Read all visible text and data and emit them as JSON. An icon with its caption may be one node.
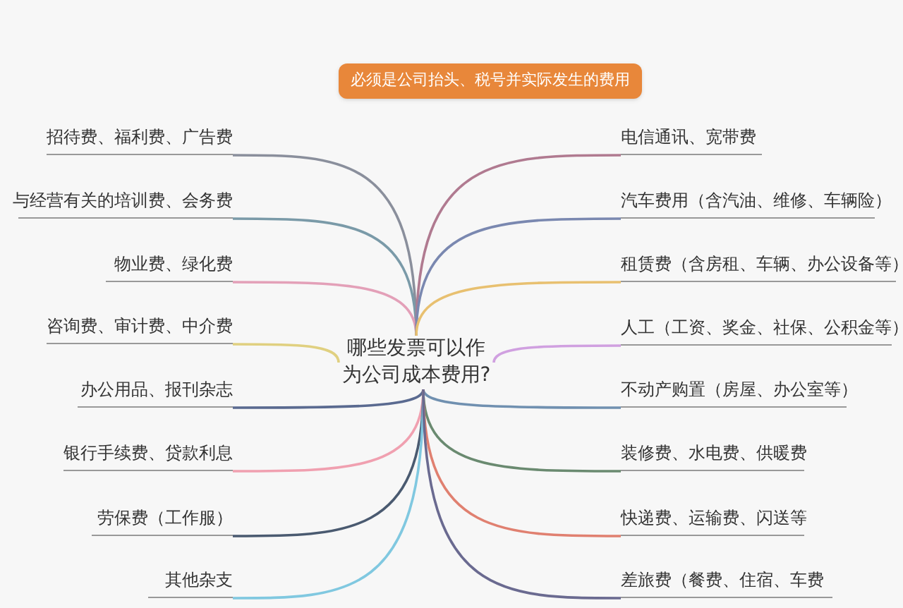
{
  "diagram": {
    "nodes": [
      {
        "text": [
          "必须是公司抬头、税号并实际发生的费用"
        ]
      },
      {
        "text": [
          "哪些发票可以作为公司成本费用?"
        ]
      },
      {
        "text": [
          "招待费、福利费、广告费"
        ]
      },
      {
        "text": [
          "与经营有关的培训费、会务费"
        ]
      },
      {
        "text": [
          "物业费、绿化费"
        ]
      },
      {
        "text": [
          "咨询费、审计费、中介费"
        ]
      },
      {
        "text": [
          "办公用品、报刊杂志"
        ]
      },
      {
        "text": [
          "银行手续费、贷款利息"
        ]
      },
      {
        "text": [
          "劳保费（工作服）"
        ]
      },
      {
        "text": [
          "其他杂支"
        ]
      },
      {
        "text": [
          "电信通讯、宽带费"
        ]
      },
      {
        "text": [
          "汽车费用（含汽油、维修、车辆险）"
        ]
      },
      {
        "text": [
          "租赁费（含房租、车辆、办公设备等）"
        ]
      },
      {
        "text": [
          "人工（工资、奖金、社保、公积金等）"
        ]
      },
      {
        "text": [
          "不动产购置（房屋、办公室等）"
        ]
      },
      {
        "text": [
          "装修费、水电费、供暖费"
        ]
      },
      {
        "text": [
          "快递费、运输费、闪送等"
        ]
      },
      {
        "text": [
          "差旅费（餐费、住宿、车费"
        ]
      }
    ],
    "edges": [
      {
        "from": 1,
        "to": 2,
        "arrow": "none",
        "color": "#8a8f9c"
      },
      {
        "from": 1,
        "to": 3,
        "arrow": "none",
        "color": "#7a9aa8"
      },
      {
        "from": 1,
        "to": 4,
        "arrow": "none",
        "color": "#e3a0b8"
      },
      {
        "from": 1,
        "to": 5,
        "arrow": "none",
        "color": "#e0d080"
      },
      {
        "from": 1,
        "to": 6,
        "arrow": "none",
        "color": "#5a6a90"
      },
      {
        "from": 1,
        "to": 7,
        "arrow": "none",
        "color": "#f0a0b0"
      },
      {
        "from": 1,
        "to": 8,
        "arrow": "none",
        "color": "#4a5a70"
      },
      {
        "from": 1,
        "to": 9,
        "arrow": "none",
        "color": "#80c8e0"
      },
      {
        "from": 1,
        "to": 10,
        "arrow": "none",
        "color": "#b07a90"
      },
      {
        "from": 1,
        "to": 11,
        "arrow": "none",
        "color": "#7a88b0"
      },
      {
        "from": 1,
        "to": 12,
        "arrow": "none",
        "color": "#e8c070"
      },
      {
        "from": 1,
        "to": 13,
        "arrow": "none",
        "color": "#d0a0e0"
      },
      {
        "from": 1,
        "to": 14,
        "arrow": "none",
        "color": "#7090b0"
      },
      {
        "from": 1,
        "to": 15,
        "arrow": "none",
        "color": "#6a8a70"
      },
      {
        "from": 1,
        "to": 16,
        "arrow": "none",
        "color": "#e08070"
      },
      {
        "from": 1,
        "to": 17,
        "arrow": "none",
        "color": "#6a6a90"
      }
    ]
  }
}
